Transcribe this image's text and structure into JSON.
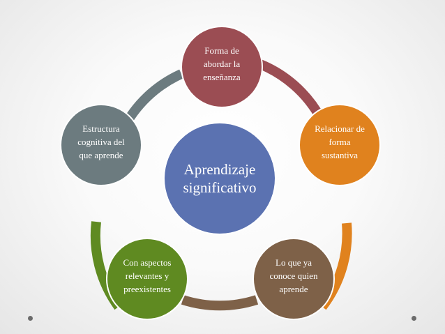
{
  "title": "Aprendizaje significativo",
  "center": {
    "label": "Aprendizaje\nsignificativo",
    "color": "#5b72b1"
  },
  "nodes": [
    {
      "id": "top",
      "label": "Forma de\nabordar la\nenseñanza",
      "color": "#9b4d53"
    },
    {
      "id": "right",
      "label": "Relacionar de\nforma\nsustantiva",
      "color": "#e0821e"
    },
    {
      "id": "bottom-right",
      "label": "Lo que ya\nconoce quien\naprende",
      "color": "#7e6148"
    },
    {
      "id": "bottom-left",
      "label": "Con aspectos\nrelevantes y\npreexistentes",
      "color": "#5f8a21"
    },
    {
      "id": "left",
      "label": "Estructura\ncognitiva del\nque aprende",
      "color": "#6c7b7f"
    }
  ],
  "arcs": [
    {
      "from": "top",
      "to": "right",
      "color": "#9b4d53"
    },
    {
      "from": "right",
      "to": "bottom-right",
      "color": "#e0821e"
    },
    {
      "from": "bottom-right",
      "to": "bottom-left",
      "color": "#7e6148"
    },
    {
      "from": "bottom-left",
      "to": "left",
      "color": "#5f8a21"
    },
    {
      "from": "left",
      "to": "top",
      "color": "#6c7b7f"
    }
  ]
}
